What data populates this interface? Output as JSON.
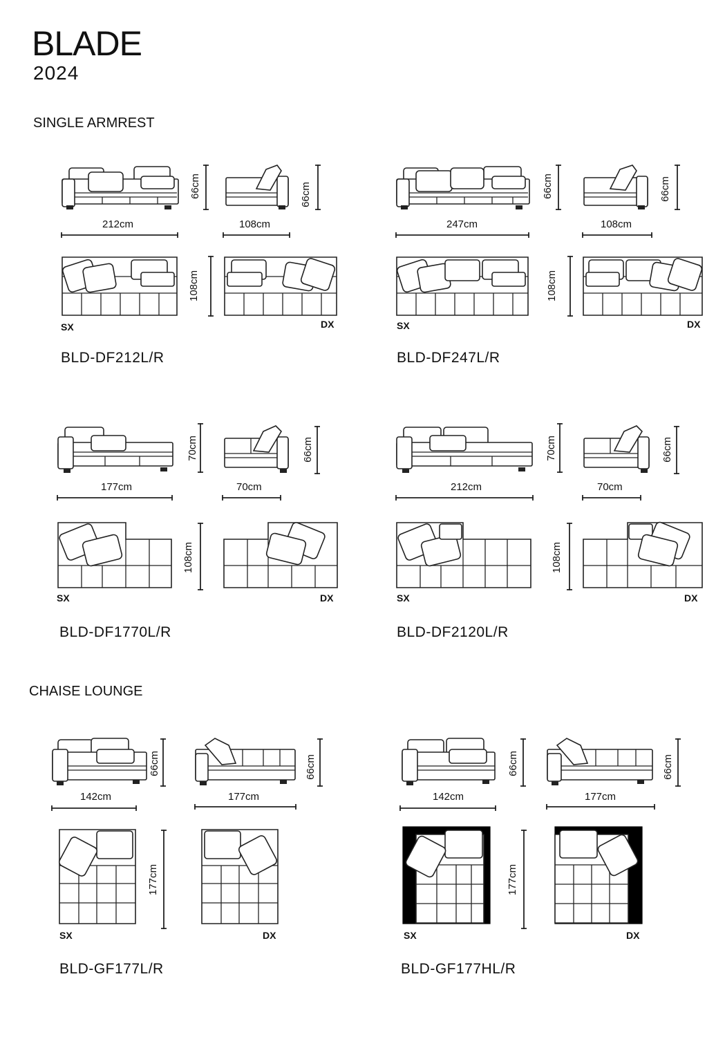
{
  "header": {
    "brand": "BLADE",
    "year": "2024"
  },
  "sections": [
    {
      "title": "SINGLE ARMREST",
      "models": [
        {
          "code": "BLD-DF212L/R",
          "width_label": "212cm",
          "height_label": "66cm",
          "side_width_label": "108cm",
          "side_height_label": "66cm",
          "depth_label": "108cm",
          "left_label": "SX",
          "right_label": "DX"
        },
        {
          "code": "BLD-DF247L/R",
          "width_label": "247cm",
          "height_label": "66cm",
          "side_width_label": "108cm",
          "side_height_label": "66cm",
          "depth_label": "108cm",
          "left_label": "SX",
          "right_label": "DX"
        },
        {
          "code": "BLD-DF1770L/R",
          "width_label": "177cm",
          "height_label": "70cm",
          "side_width_label": "70cm",
          "side_height_label": "66cm",
          "depth_label": "108cm",
          "left_label": "SX",
          "right_label": "DX"
        },
        {
          "code": "BLD-DF2120L/R",
          "width_label": "212cm",
          "height_label": "70cm",
          "side_width_label": "70cm",
          "side_height_label": "66cm",
          "depth_label": "108cm",
          "left_label": "SX",
          "right_label": "DX"
        }
      ]
    },
    {
      "title": "CHAISE LOUNGE",
      "models": [
        {
          "code": "BLD-GF177L/R",
          "width_label": "142cm",
          "height_label": "66cm",
          "side_width_label": "177cm",
          "side_height_label": "66cm",
          "depth_label": "177cm",
          "left_label": "SX",
          "right_label": "DX"
        },
        {
          "code": "BLD-GF177HL/R",
          "width_label": "142cm",
          "height_label": "66cm",
          "side_width_label": "177cm",
          "side_height_label": "66cm",
          "depth_label": "177cm",
          "left_label": "SX",
          "right_label": "DX"
        }
      ]
    }
  ],
  "icons": [
    "sofa-front-view",
    "sofa-side-view",
    "sofa-plan-view",
    "dimension-arrow"
  ]
}
